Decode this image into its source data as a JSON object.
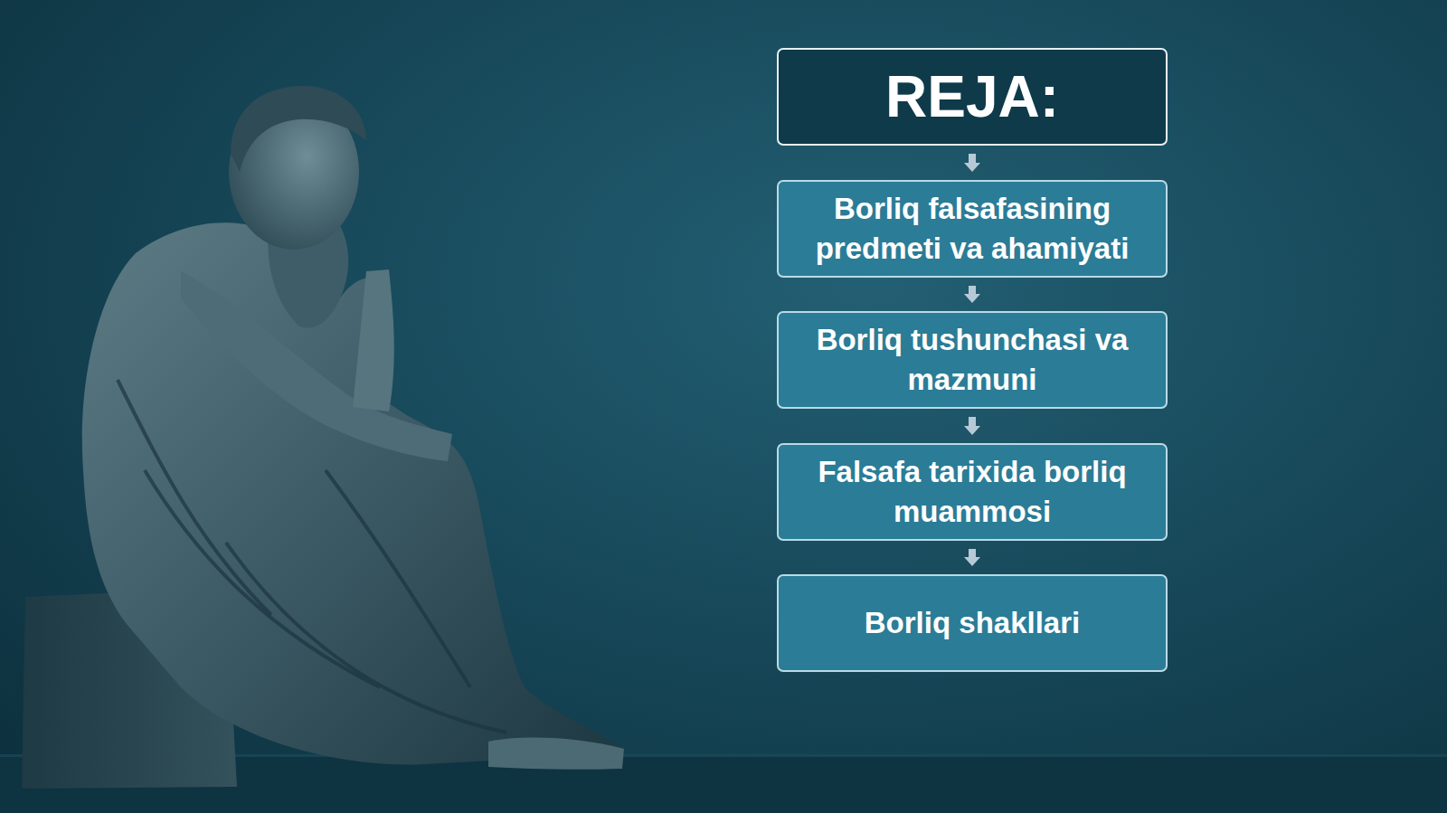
{
  "diagram": {
    "nodes": [
      {
        "text": [
          "REJA:"
        ]
      },
      {
        "text": [
          "Borliq falsafasining predmeti va ahamiyati"
        ]
      },
      {
        "text": [
          "Borliq tushunchasi va mazmuni"
        ]
      },
      {
        "text": [
          "Falsafa tarixida borliq muammosi"
        ]
      },
      {
        "text": [
          "Borliq shakllari"
        ]
      }
    ],
    "edges": [
      {
        "from": 0,
        "to": 1,
        "arrow": "to"
      },
      {
        "from": 1,
        "to": 2,
        "arrow": "to"
      },
      {
        "from": 2,
        "to": 3,
        "arrow": "to"
      },
      {
        "from": 3,
        "to": 4,
        "arrow": "to"
      }
    ]
  }
}
